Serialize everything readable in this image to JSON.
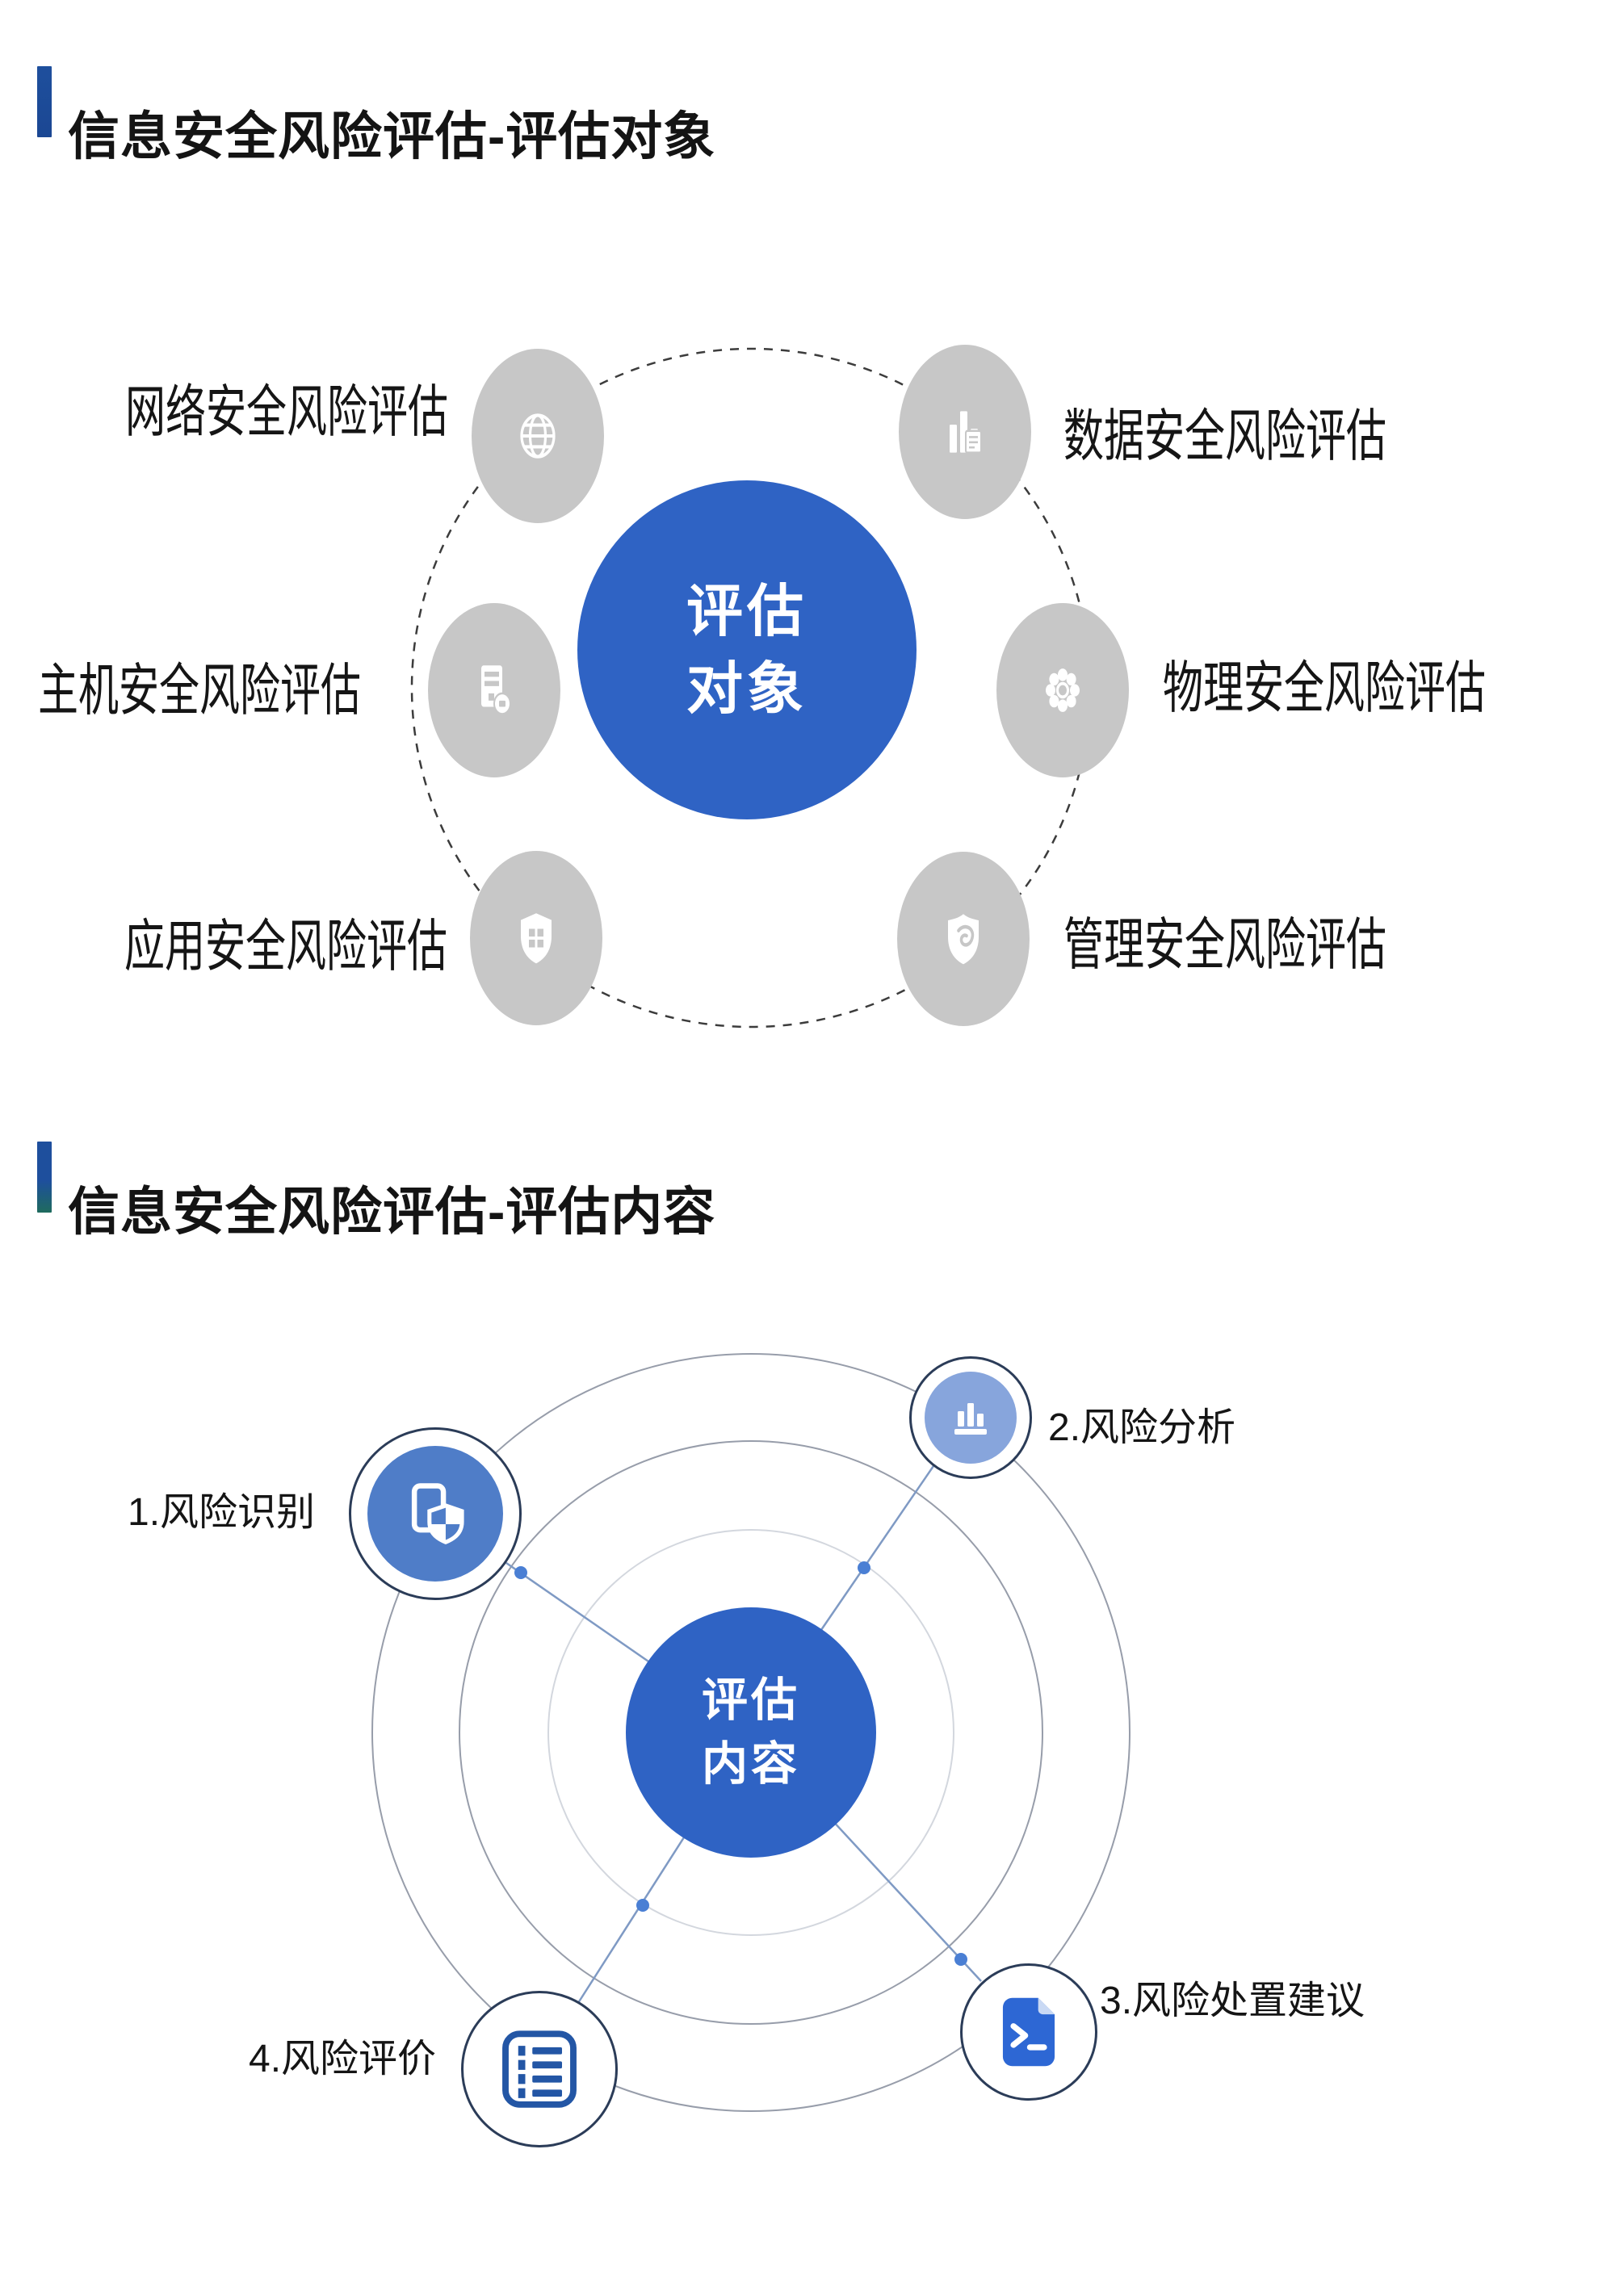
{
  "page": {
    "background": "#ffffff"
  },
  "colors": {
    "accent_blue": "#1e4f9d",
    "accent_teal": "#1f6b5e",
    "center_circle_blue": "#2f63c4",
    "gray_node": "#c7c7c7",
    "node1_blue": "#4f7dc8",
    "node2_blue": "#87a5dc",
    "doc_icon_blue": "#2d67d4",
    "checklist_icon_blue": "#2356a5",
    "ring_gray": "#979daa",
    "inner_ring_gray": "#d3d7de",
    "dashed_ring_gray": "#3c3c3c",
    "connector_blue": "#7f9ac4",
    "dot_blue": "#4a7fd4",
    "text_dark": "#151515"
  },
  "section1": {
    "title": "信息安全风险评估-评估对象",
    "center_label_line1": "评估",
    "center_label_line2": "对象",
    "items": [
      {
        "label": "网络安全风险评估",
        "icon": "globe-icon"
      },
      {
        "label": "数据安全风险评估",
        "icon": "bar-chart-icon"
      },
      {
        "label": "主机安全风险评估",
        "icon": "host-server-icon"
      },
      {
        "label": "物理安全风险评估",
        "icon": "atom-icon"
      },
      {
        "label": "应用安全风险评估",
        "icon": "shield-grid-icon"
      },
      {
        "label": "管理安全风险评估",
        "icon": "shield-swirl-icon"
      }
    ]
  },
  "section2": {
    "title": "信息安全风险评估-评估内容",
    "center_label_line1": "评估",
    "center_label_line2": "内容",
    "items": [
      {
        "label": "1.风险识别",
        "icon": "doc-shield-icon"
      },
      {
        "label": "2.风险分析",
        "icon": "bar-chart-icon"
      },
      {
        "label": "3.风险处置建议",
        "icon": "terminal-doc-icon"
      },
      {
        "label": "4.风险评价",
        "icon": "checklist-icon"
      }
    ]
  }
}
